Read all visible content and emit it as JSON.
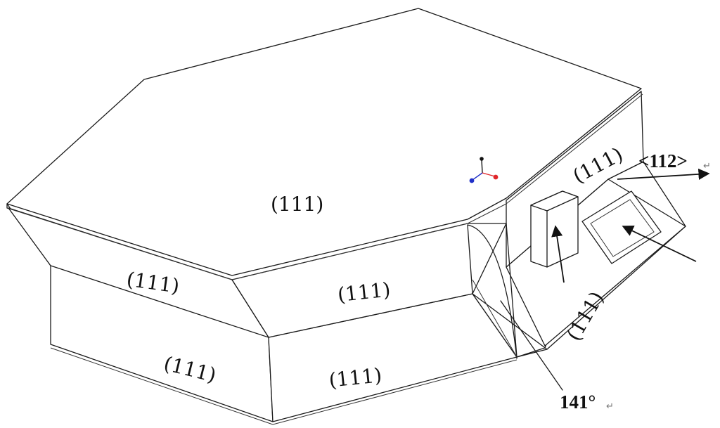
{
  "labels": {
    "top_face": "(111)",
    "left_bevel": "(111)",
    "front_bevel": "(111)",
    "lower_left": "(111)",
    "lower_front": "(111)",
    "right_bevel": "(111)",
    "pillar_face": "(111)",
    "direction": "<112>",
    "angle": "141°"
  },
  "marks": {
    "paragraph": "↵"
  },
  "colors": {
    "line": "#1a1a1a",
    "triad_red": "#e0262a",
    "triad_blue": "#2030c8",
    "triad_black": "#111111"
  }
}
